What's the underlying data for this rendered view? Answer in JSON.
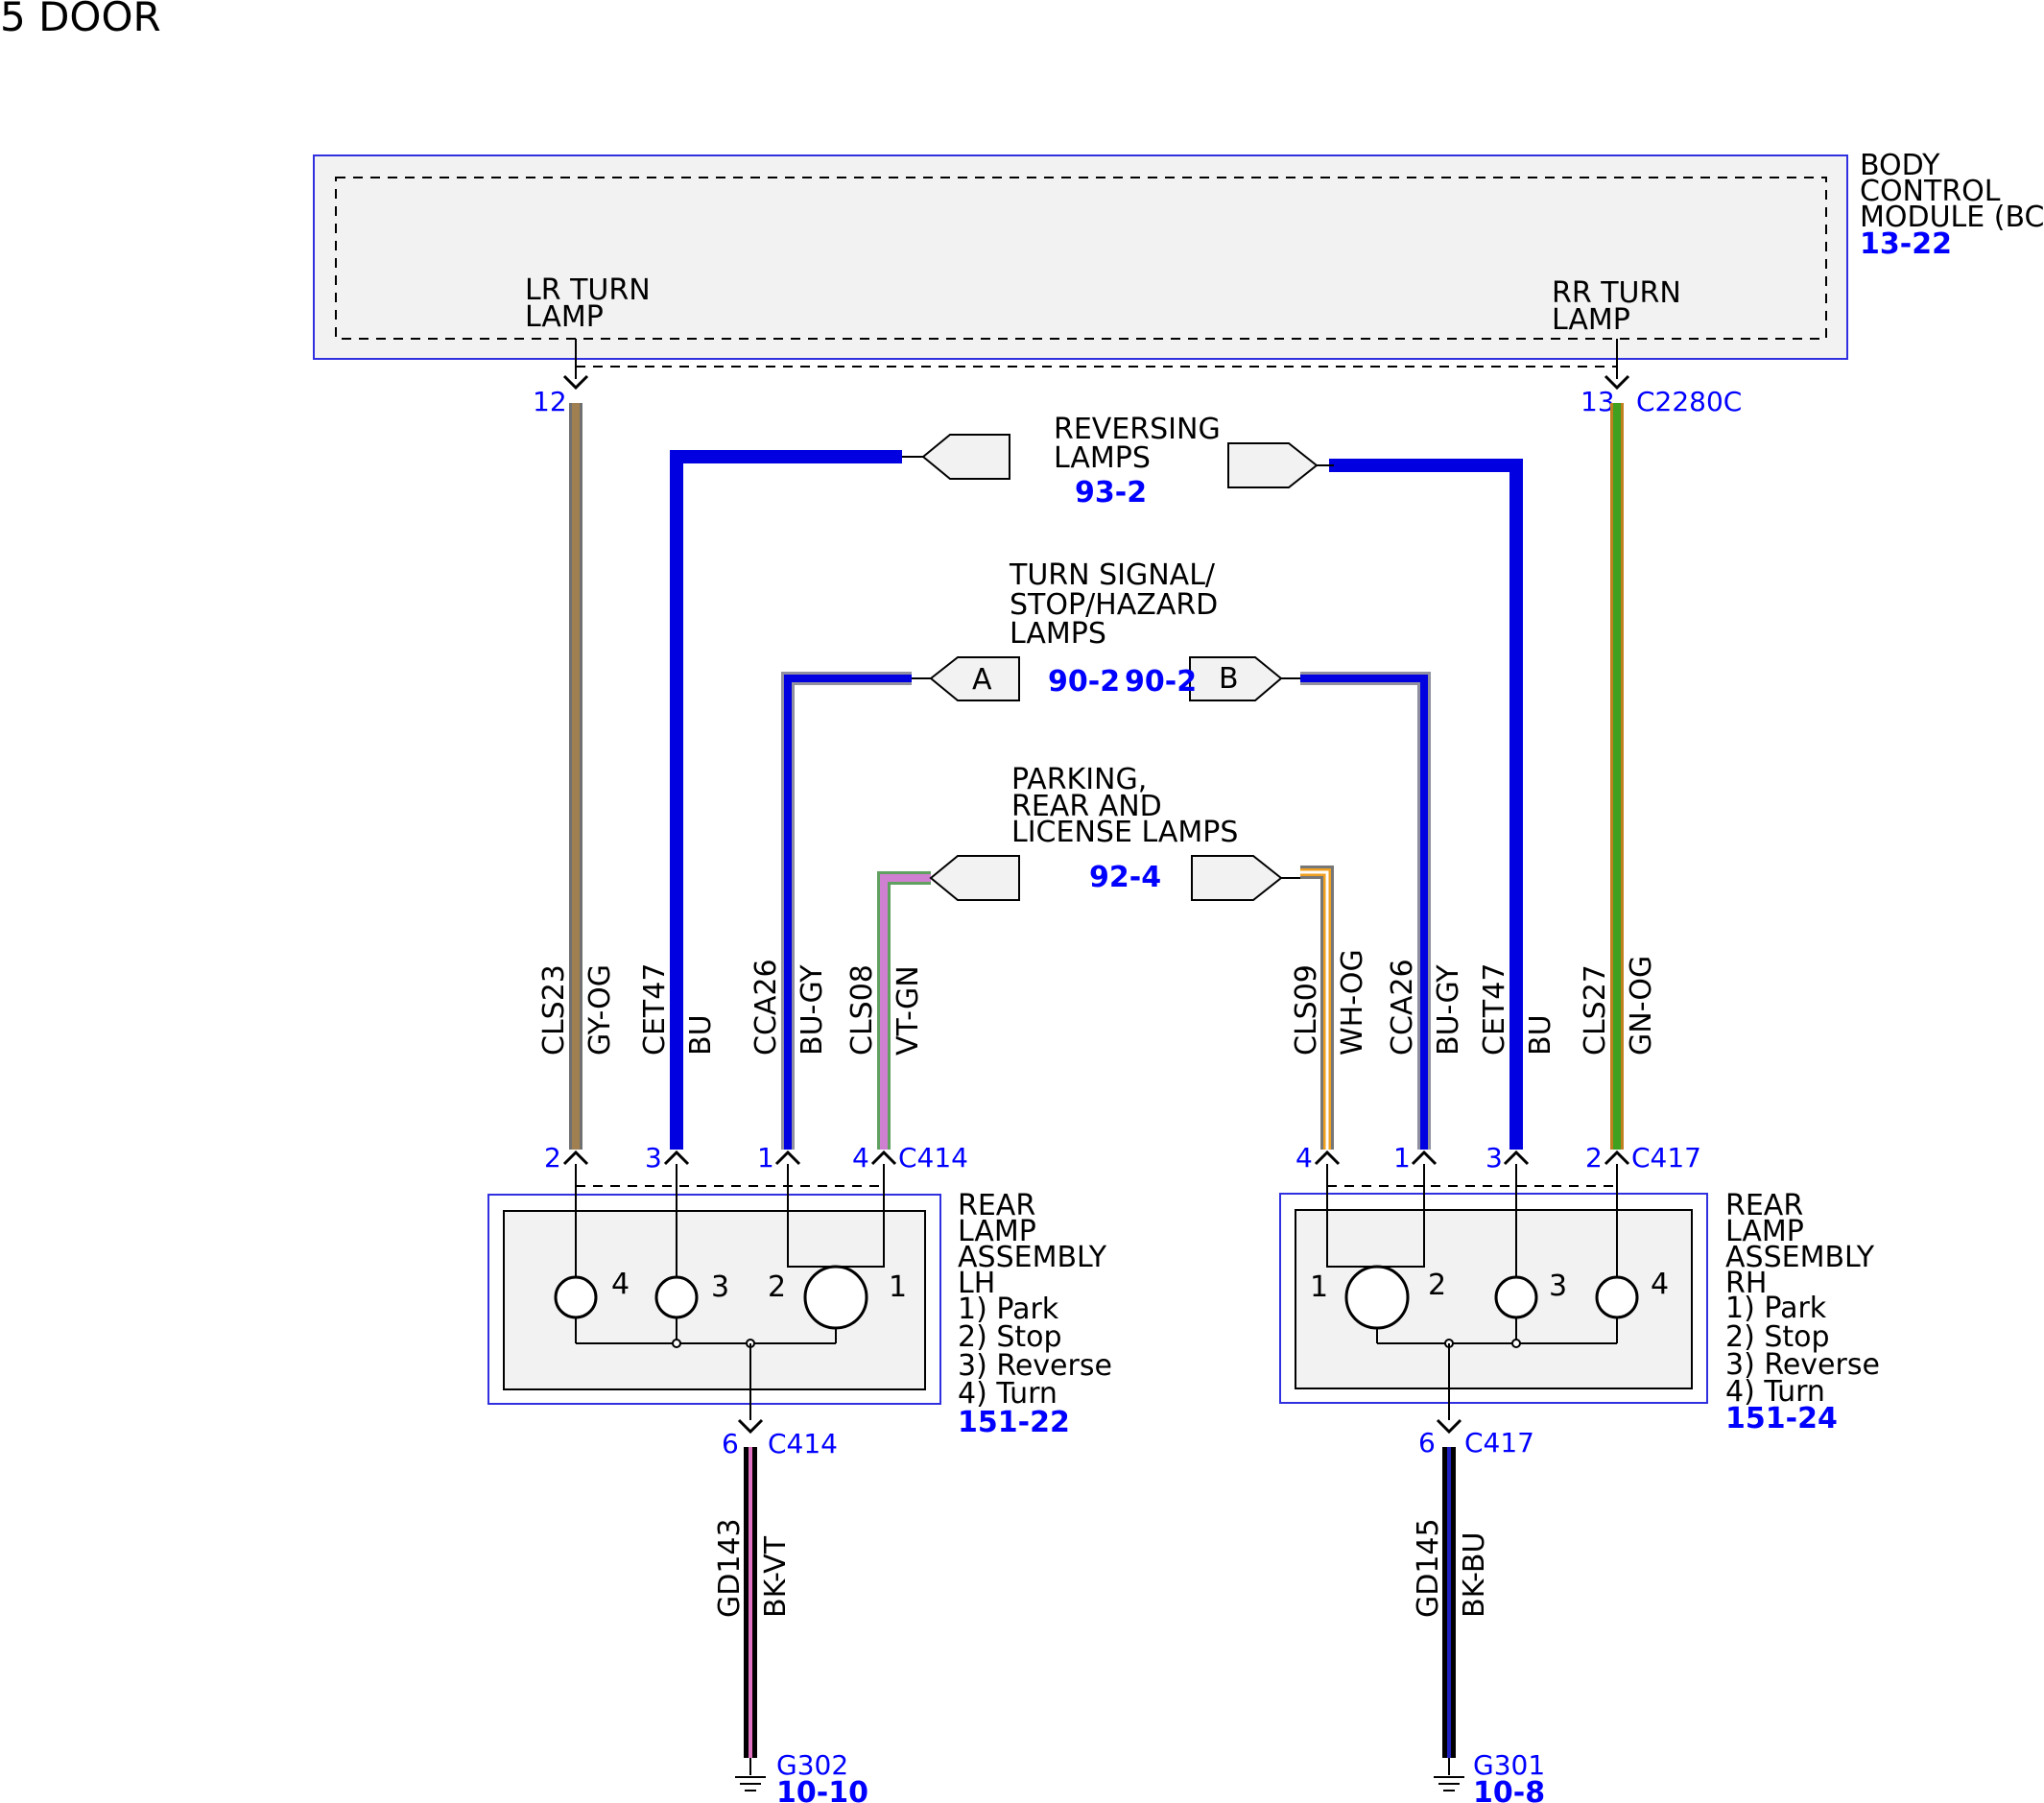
{
  "page_title": "5 DOOR",
  "bcm": {
    "name_lines": [
      "BODY",
      "CONTROL",
      "MODULE (BCM)"
    ],
    "ref": "13-22",
    "lr_turn_lines": [
      "LR TURN",
      "LAMP"
    ],
    "rr_turn_lines": [
      "RR TURN",
      "LAMP"
    ],
    "pin_lr": "12",
    "pin_rr": "13",
    "connector": "C2280C"
  },
  "page_refs": {
    "reversing": {
      "lines": [
        "REVERSING",
        "LAMPS"
      ],
      "ref": "93-2"
    },
    "turn_signal": {
      "lines": [
        "TURN SIGNAL/",
        "STOP/HAZARD",
        "LAMPS"
      ],
      "ref_a": "90-2",
      "ref_b": "90-2",
      "tag_a": "A",
      "tag_b": "B"
    },
    "parking": {
      "lines": [
        "PARKING,",
        "REAR AND",
        "LICENSE LAMPS"
      ],
      "ref": "92-4"
    }
  },
  "left_wires": [
    {
      "circuit": "CLS23",
      "color_code": "GY-OG",
      "pin": "2",
      "colors": [
        "#a08050",
        "#707070"
      ]
    },
    {
      "circuit": "CET47",
      "color_code": "BU",
      "pin": "3",
      "colors": [
        "#0000e0"
      ]
    },
    {
      "circuit": "CCA26",
      "color_code": "BU-GY",
      "pin": "1",
      "colors": [
        "#0000e0",
        "#9090a0"
      ]
    },
    {
      "circuit": "CLS08",
      "color_code": "VT-GN",
      "pin": "4",
      "colors": [
        "#d080d0",
        "#60a060"
      ]
    }
  ],
  "right_wires": [
    {
      "circuit": "CLS09",
      "color_code": "WH-OG",
      "pin": "4",
      "colors": [
        "#ffffff",
        "#f0a020"
      ]
    },
    {
      "circuit": "CCA26",
      "color_code": "BU-GY",
      "pin": "1",
      "colors": [
        "#0000e0",
        "#9090a0"
      ]
    },
    {
      "circuit": "CET47",
      "color_code": "BU",
      "pin": "3",
      "colors": [
        "#0000e0"
      ]
    },
    {
      "circuit": "CLS27",
      "color_code": "GN-OG",
      "pin": "2",
      "colors": [
        "#40a020",
        "#c08020"
      ]
    }
  ],
  "lh_assembly": {
    "connector": "C414",
    "lines": [
      "REAR",
      "LAMP",
      "ASSEMBLY",
      "LH",
      "1) Park",
      "2) Stop",
      "3) Reverse",
      "4) Turn"
    ],
    "ref": "151-22",
    "bulb_labels": [
      "4",
      "3",
      "2",
      "1"
    ],
    "ground_pin": "6",
    "ground_connector": "C414",
    "ground_circuit": "GD143",
    "ground_color": "BK-VT",
    "ground_point": "G302",
    "ground_ref": "10-10"
  },
  "rh_assembly": {
    "connector": "C417",
    "lines": [
      "REAR",
      "LAMP",
      "ASSEMBLY",
      "RH",
      "1) Park",
      "2) Stop",
      "3) Reverse",
      "4) Turn"
    ],
    "ref": "151-24",
    "bulb_labels": [
      "1",
      "2",
      "3",
      "4"
    ],
    "ground_pin": "6",
    "ground_connector": "C417",
    "ground_circuit": "GD145",
    "ground_color": "BK-BU",
    "ground_point": "G301",
    "ground_ref": "10-8"
  },
  "colors": {
    "module_border": "#3030e0",
    "module_fill": "#f2f2f2",
    "pin_text": "#0000ff",
    "bu_wire": "#0000e0"
  }
}
